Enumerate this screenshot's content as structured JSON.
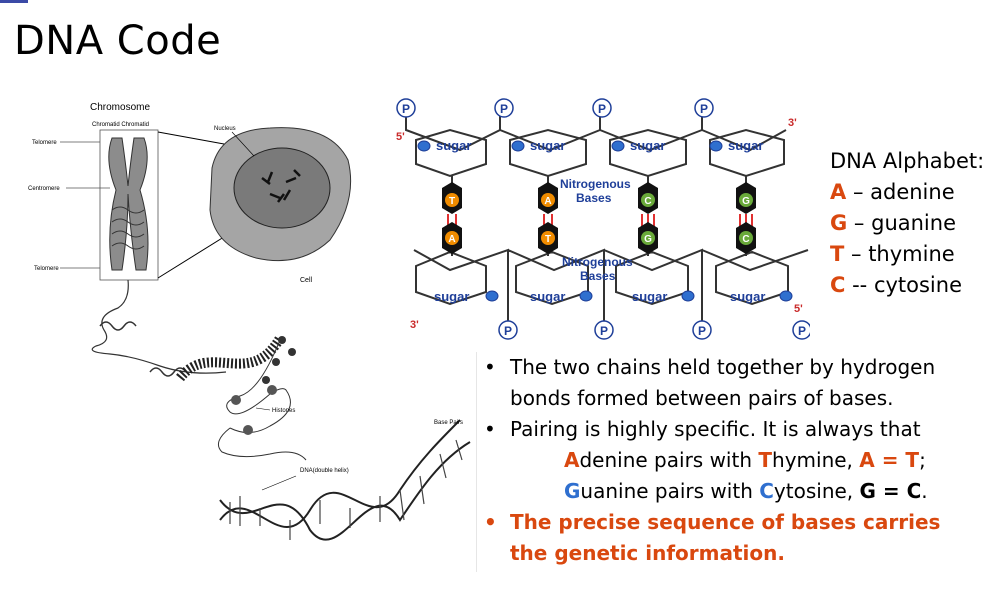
{
  "slide": {
    "title": "DNA Code"
  },
  "left_diagram": {
    "labels": {
      "chromosome": "Chromosome",
      "chromatid": "Chromatid Chromatid",
      "telomere_top": "Telomere",
      "centromere": "Centromere",
      "telomere_bottom": "Telomere",
      "nucleus": "Nucleus",
      "cell": "Cell",
      "histones": "Histones",
      "base_pairs": "Base Pairs",
      "dna_double_helix": "DNA(double helix)"
    }
  },
  "right_diagram": {
    "phosphate": "P",
    "sugar": "sugar",
    "nitrogenous_bases": [
      "Nitrogenous",
      "Bases"
    ],
    "end_5_top": "5'",
    "end_3_top": "3'",
    "end_3_bottom": "3'",
    "end_5_bottom": "5'",
    "top_bases": [
      "T",
      "A",
      "C",
      "G"
    ],
    "bottom_bases": [
      "A",
      "T",
      "G",
      "C"
    ]
  },
  "alphabet": {
    "title": "DNA Alphabet:",
    "items": [
      {
        "letter": "A",
        "sep": " – ",
        "name": "adenine"
      },
      {
        "letter": "G",
        "sep": " – ",
        "name": "guanine"
      },
      {
        "letter": "T",
        "sep": " – ",
        "name": "thymine"
      },
      {
        "letter": "C",
        "sep": " -- ",
        "name": "cytosine"
      }
    ]
  },
  "bullets": {
    "b1": "The two chains held together by hydrogen bonds formed between pairs of bases.",
    "b2": "Pairing is highly specific. It is always that",
    "pair1": {
      "a_letter": "A",
      "a_rest": "denine pairs with ",
      "t_letter": "T",
      "t_rest": "hymine, ",
      "eq": "A = T",
      "end": ";"
    },
    "pair2": {
      "g_letter": "G",
      "g_rest": "uanine pairs with ",
      "c_letter": "C",
      "c_rest": "ytosine, ",
      "eq": "G = C",
      "end": "."
    },
    "b3": "The precise sequence of bases carries the genetic information."
  },
  "colors": {
    "accent": "#d9480f",
    "blue_letter": "#2f6fcf",
    "base_fill": "#111111",
    "sugar_text": "#1f3f99",
    "bond": "#e03131"
  }
}
